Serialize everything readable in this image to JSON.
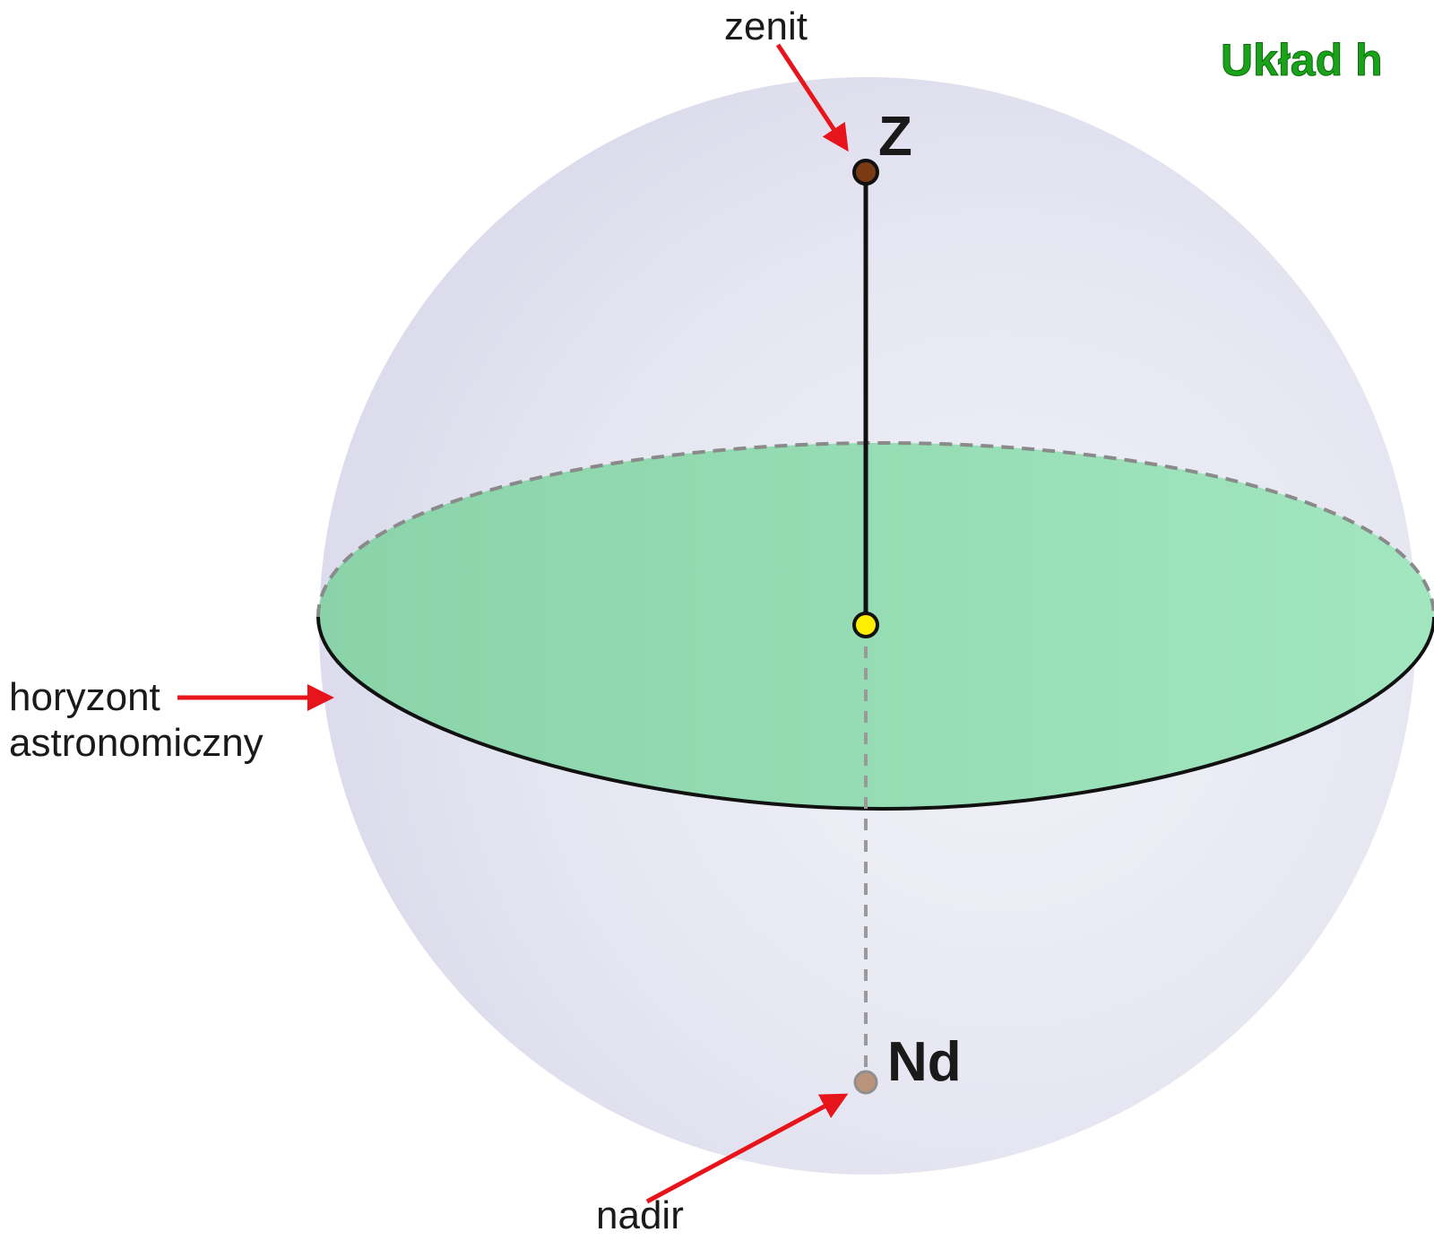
{
  "title": "Układ h",
  "labels": {
    "zenith_caption": "zenit",
    "zenith_point": "Z",
    "nadir_caption": "nadir",
    "nadir_point": "Nd",
    "horizon_line1": "horyzont",
    "horizon_line2": "astronomiczny"
  },
  "colors": {
    "sphere": "#e3e3f0",
    "horizon_plane": "#93dcb1",
    "title": "#1aa31a",
    "arrow": "#e8141b",
    "zenith_point": "#7a3b14",
    "center_point": "#ffee00",
    "nadir_point": "#b9947a"
  }
}
